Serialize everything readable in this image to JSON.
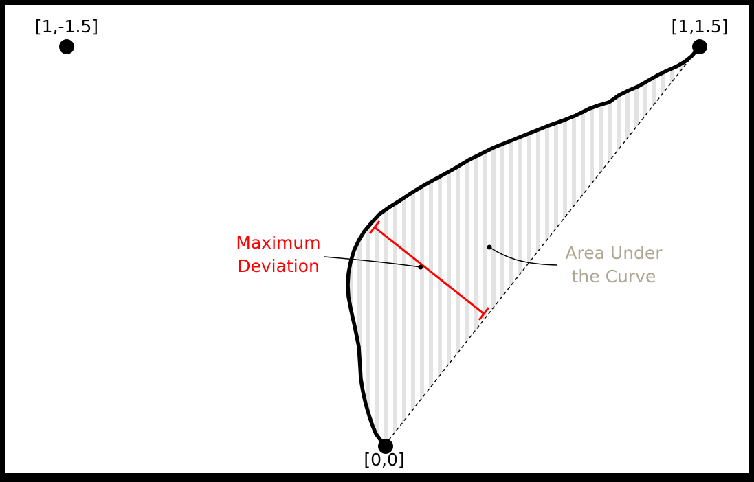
{
  "colors": {
    "border": "#000000",
    "background": "#ffffff",
    "curve": "#000000",
    "hatch": "#e3e3e3",
    "deviation": "#ff0000",
    "area_label": "#aca793"
  },
  "points": {
    "top_left_label": "[1,-1.5]",
    "top_right_label": "[1,1.5]",
    "origin_label": "[0,0]"
  },
  "annotations": {
    "deviation_line1": "Maximum",
    "deviation_line2": "Deviation",
    "area_line1": "Area Under",
    "area_line2": "the Curve"
  }
}
